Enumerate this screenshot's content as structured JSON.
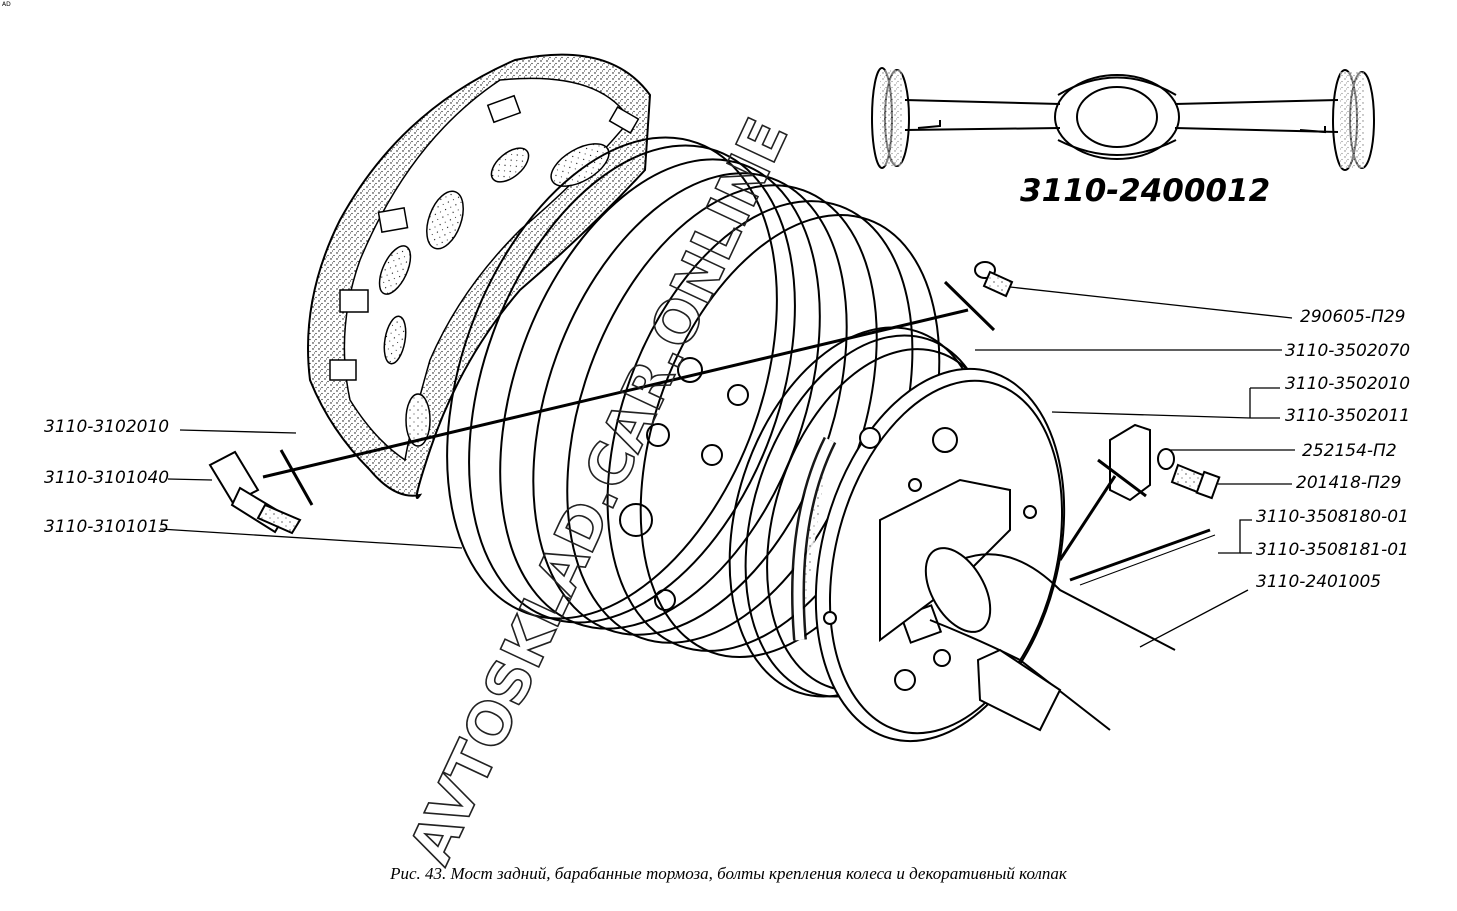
{
  "corner_mark": "AD",
  "watermark": "AVTOSKLAD.CAR.ONLINE",
  "assembly_code": "3110-2400012",
  "caption": "Рис. 43. Мост задний, барабанные тормоза, болты крепления колеса и декоративный колпак",
  "labels": {
    "l_3110_3102010": "3110-3102010",
    "l_3110_3101040": "3110-3101040",
    "l_3110_3101015": "3110-3101015",
    "l_290605_p29": "290605-П29",
    "l_3110_3502070": "3110-3502070",
    "l_3110_3502010": "3110-3502010",
    "l_3110_3502011": "3110-3502011",
    "l_252154_p2": "252154-П2",
    "l_201418_p29": "201418-П29",
    "l_3110_3508180_01": "3110-3508180-01",
    "l_3110_3508181_01": "3110-3508181-01",
    "l_3110_2401005": "3110-2401005"
  },
  "colors": {
    "ink": "#000000",
    "paper": "#ffffff"
  }
}
